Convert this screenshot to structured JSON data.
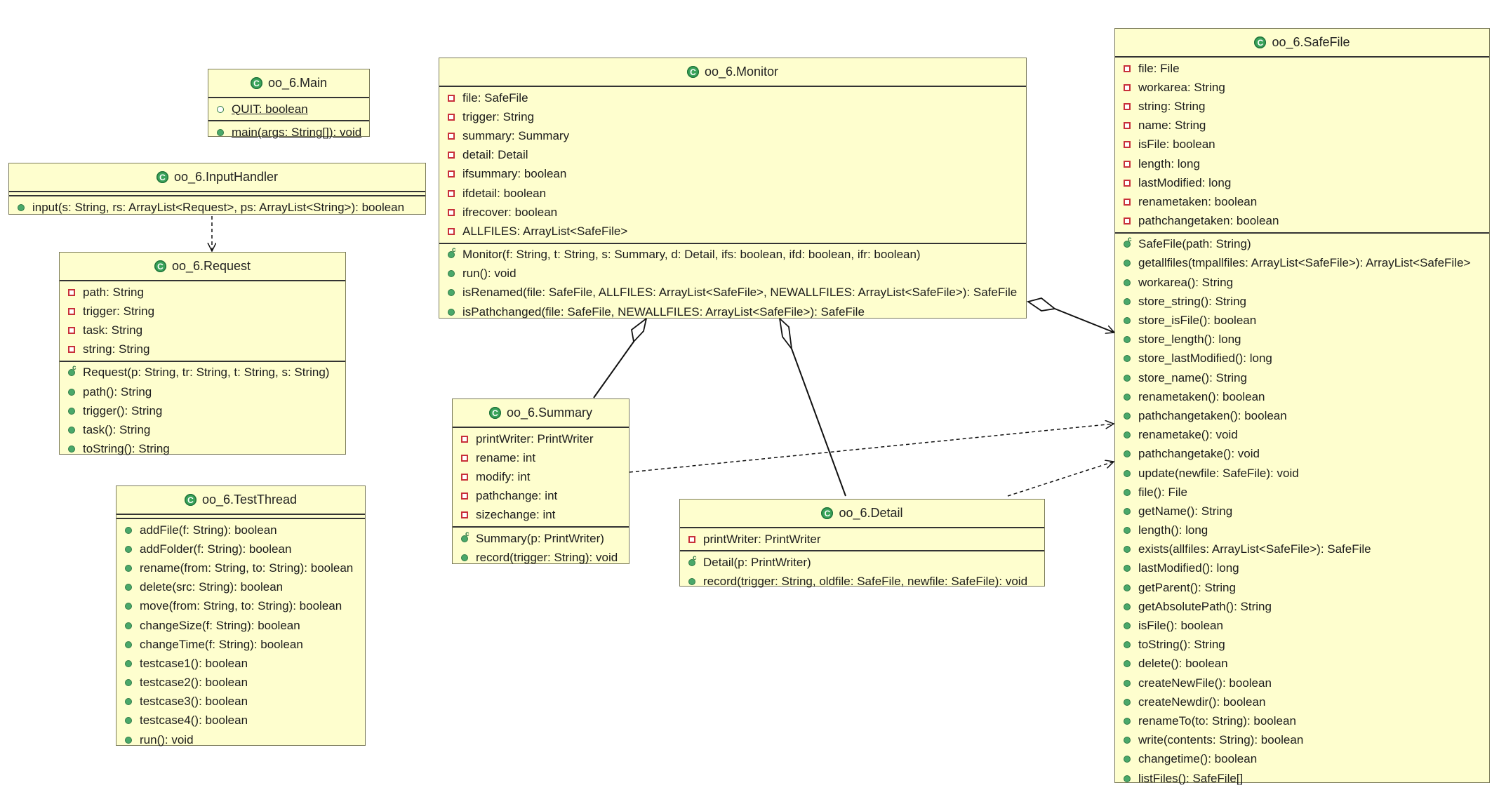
{
  "classes": {
    "main": {
      "name": "oo_6.Main",
      "fields": [
        " QUIT: boolean"
      ],
      "methods": [
        " main(args: String[]): void"
      ]
    },
    "inputhandler": {
      "name": "oo_6.InputHandler",
      "methods": [
        "input(s: String, rs: ArrayList<Request>, ps: ArrayList<String>): boolean"
      ]
    },
    "request": {
      "name": "oo_6.Request",
      "fields": [
        "path: String",
        "trigger: String",
        "task: String",
        "string: String"
      ],
      "methods": [
        "Request(p: String, tr: String, t: String, s: String)",
        "path(): String",
        "trigger(): String",
        "task(): String",
        "toString(): String"
      ]
    },
    "testthread": {
      "name": "oo_6.TestThread",
      "methods": [
        "addFile(f: String): boolean",
        "addFolder(f: String): boolean",
        "rename(from: String, to: String): boolean",
        "delete(src: String): boolean",
        "move(from: String, to: String): boolean",
        "changeSize(f: String): boolean",
        "changeTime(f: String): boolean",
        "testcase1(): boolean",
        "testcase2(): boolean",
        "testcase3(): boolean",
        "testcase4(): boolean",
        "run(): void"
      ]
    },
    "monitor": {
      "name": "oo_6.Monitor",
      "fields": [
        "file: SafeFile",
        "trigger: String",
        "summary: Summary",
        "detail: Detail",
        "ifsummary: boolean",
        "ifdetail: boolean",
        "ifrecover: boolean",
        "ALLFILES: ArrayList<SafeFile>"
      ],
      "methods": [
        "Monitor(f: String, t: String, s: Summary, d: Detail, ifs: boolean, ifd: boolean, ifr: boolean)",
        "run(): void",
        "isRenamed(file: SafeFile, ALLFILES: ArrayList<SafeFile>, NEWALLFILES: ArrayList<SafeFile>): SafeFile",
        "isPathchanged(file: SafeFile, NEWALLFILES: ArrayList<SafeFile>): SafeFile"
      ]
    },
    "summary": {
      "name": "oo_6.Summary",
      "fields": [
        "printWriter: PrintWriter",
        "rename: int",
        "modify: int",
        "pathchange: int",
        "sizechange: int"
      ],
      "methods": [
        "Summary(p: PrintWriter)",
        "record(trigger: String): void"
      ]
    },
    "detail": {
      "name": "oo_6.Detail",
      "fields": [
        "printWriter: PrintWriter"
      ],
      "methods": [
        "Detail(p: PrintWriter)",
        "record(trigger: String, oldfile: SafeFile, newfile: SafeFile): void"
      ]
    },
    "safefile": {
      "name": "oo_6.SafeFile",
      "fields": [
        "file: File",
        "workarea: String",
        "string: String",
        "name: String",
        "isFile: boolean",
        "length: long",
        "lastModified: long",
        "renametaken: boolean",
        "pathchangetaken: boolean"
      ],
      "methods": [
        "SafeFile(path: String)",
        "getallfiles(tmpallfiles: ArrayList<SafeFile>): ArrayList<SafeFile>",
        "workarea(): String",
        "store_string(): String",
        "store_isFile(): boolean",
        "store_length(): long",
        "store_lastModified(): long",
        "store_name(): String",
        "renametaken(): boolean",
        "pathchangetaken(): boolean",
        "renametake(): void",
        "pathchangetake(): void",
        "update(newfile: SafeFile): void",
        "file(): File",
        "getName(): String",
        "length(): long",
        "exists(allfiles: ArrayList<SafeFile>): SafeFile",
        "lastModified(): long",
        "getParent(): String",
        "getAbsolutePath(): String",
        "isFile(): boolean",
        "toString(): String",
        "delete(): boolean",
        "createNewFile(): boolean",
        "createNewdir(): boolean",
        "renameTo(to: String): boolean",
        "write(contents: String): boolean",
        "changetime(): boolean",
        "listFiles(): SafeFile[]"
      ]
    }
  },
  "colors": {
    "class_fill": "#fefece",
    "border": "#333333",
    "private": "#c8303a",
    "public": "#4aa86a"
  }
}
